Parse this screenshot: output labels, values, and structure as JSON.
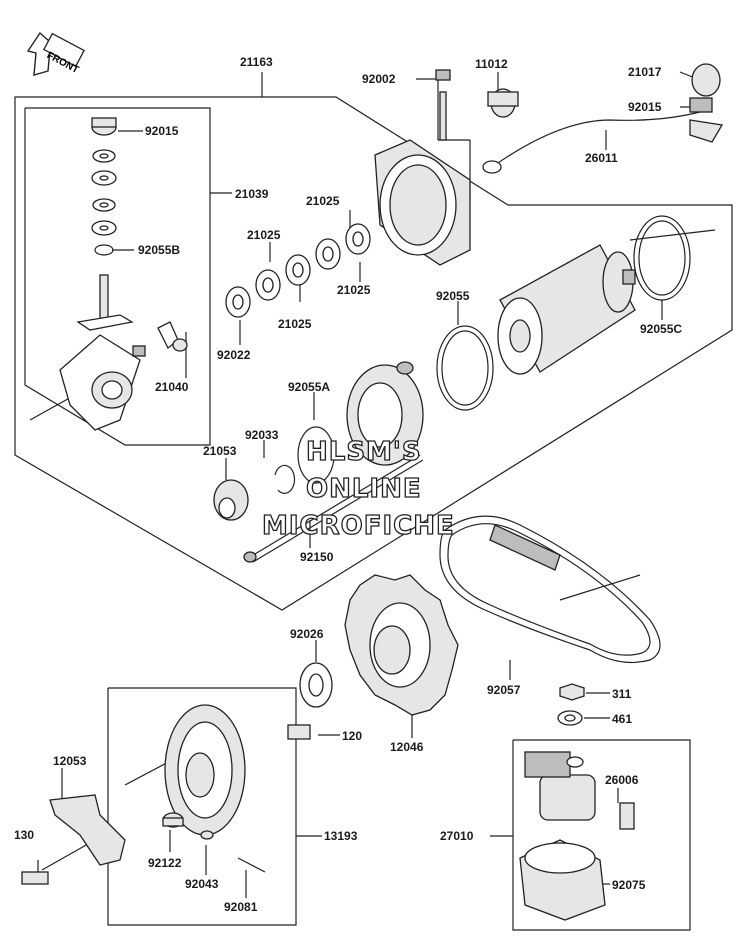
{
  "diagram": {
    "front_label": "FRONT",
    "watermark": [
      "HLSM'S",
      "ONLINE",
      "MICROFICHE"
    ],
    "part_labels": {
      "p21163": "21163",
      "p92002": "92002",
      "p11012": "11012",
      "p21017": "21017",
      "p92015_top": "92015",
      "p92015_left": "92015",
      "p26011": "26011",
      "p21039": "21039",
      "p21025_a": "21025",
      "p21025_b": "21025",
      "p21025_c": "21025",
      "p21025_d": "21025",
      "p92055B": "92055B",
      "p92055": "92055",
      "p92055C": "92055C",
      "p92022": "92022",
      "p21040": "21040",
      "p92055A": "92055A",
      "p92033": "92033",
      "p21053": "21053",
      "p92150": "92150",
      "p92026": "92026",
      "p311": "311",
      "p461": "461",
      "p92057": "92057",
      "p120": "120",
      "p12046": "12046",
      "p12053": "12053",
      "p130": "130",
      "p13193": "13193",
      "p92122": "92122",
      "p92043": "92043",
      "p92081": "92081",
      "p26006": "26006",
      "p27010": "27010",
      "p92075": "92075"
    }
  }
}
